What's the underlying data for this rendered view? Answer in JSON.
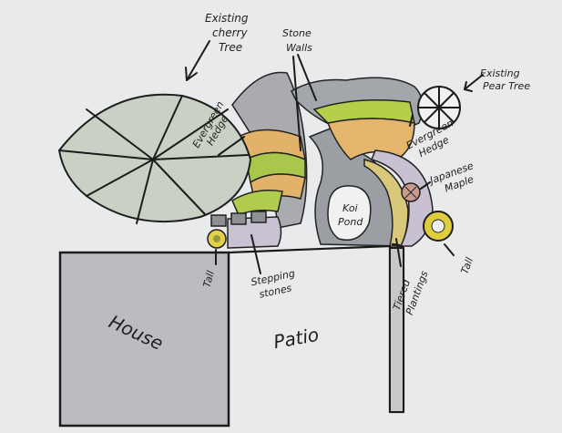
{
  "labels": {
    "cherry_tree": [
      "Existing",
      "cherry",
      "Tree"
    ],
    "stone_walls": [
      "Stone",
      "Walls"
    ],
    "pear_tree": [
      "Existing",
      "Pear Tree"
    ],
    "evergreen_hedge_left": [
      "Evergreen",
      "Hedge"
    ],
    "evergreen_hedge_right": [
      "Evergreen",
      "Hedge"
    ],
    "japanese_maple": [
      "Japanese",
      "Maple"
    ],
    "koi_pond": [
      "Koi",
      "Pond"
    ],
    "tall_left": "Tall",
    "tall_right": "Tall",
    "stepping_stones": [
      "Stepping",
      "stones"
    ],
    "tiered_plantings": [
      "Tiered",
      "Plantings"
    ],
    "house": "House",
    "patio": "Patio"
  },
  "colors": {
    "paper": "#e9eaec",
    "house_fill": "#b9babd",
    "stone_gray": "#a8aaad",
    "tree_green": "#c7d0c1",
    "hedge_green": "#a8c84a",
    "soil_orange": "#e4b26a",
    "lavender": "#c7bfd0",
    "pond_gray": "#8f9497",
    "yellow_plant": "#d8c23a",
    "maple_pink": "#c79a8e"
  }
}
